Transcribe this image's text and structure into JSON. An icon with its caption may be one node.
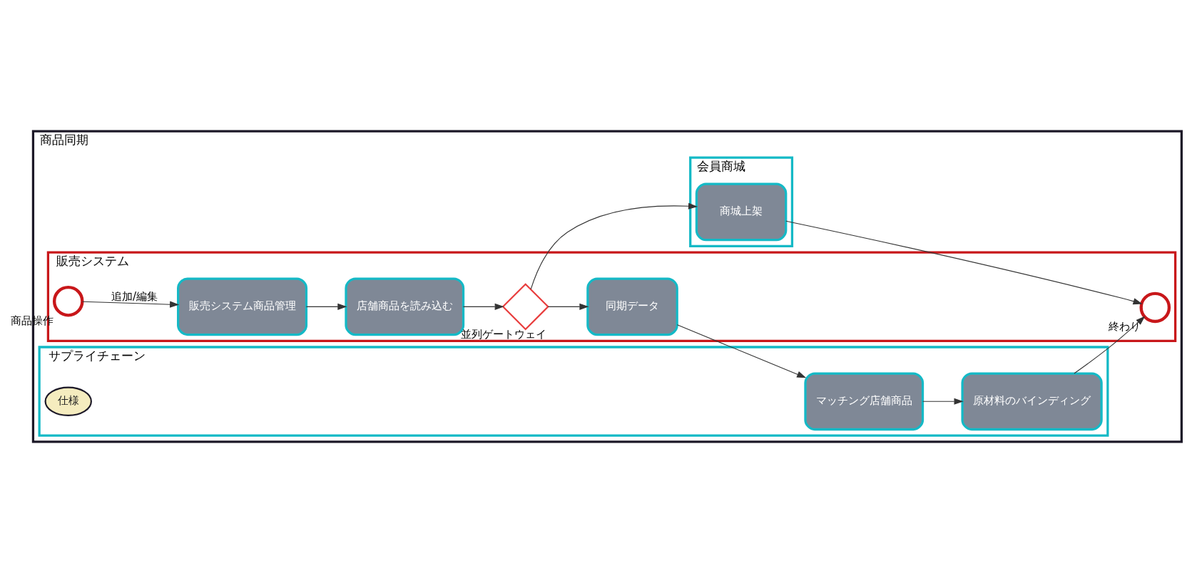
{
  "diagram": {
    "nodes": [
      {
        "text": [
          "商品同期"
        ]
      },
      {
        "text": [
          "会員商城"
        ],
        "in": 0
      },
      {
        "text": [
          "商城上架"
        ],
        "in": 1
      },
      {
        "text": [
          "販売システム"
        ],
        "in": 0
      },
      {
        "text": [],
        "shape": "circle",
        "beside": [
          "商品操作"
        ],
        "in": 3
      },
      {
        "text": [
          "販売システム商品管理"
        ],
        "in": 3
      },
      {
        "text": [
          "店舗商品を読み込む"
        ],
        "in": 3
      },
      {
        "text": [],
        "shape": "diamond",
        "beside": [
          "並列ゲートウェイ"
        ],
        "in": 3
      },
      {
        "text": [
          "同期データ"
        ],
        "in": 3
      },
      {
        "text": [],
        "shape": "circle",
        "beside": [
          "終わり"
        ],
        "in": 3
      },
      {
        "text": [
          "サプライチェーン"
        ],
        "in": 0
      },
      {
        "text": [
          "マッチング店舗商品"
        ],
        "in": 10
      },
      {
        "text": [
          "原材料のバインディング"
        ],
        "in": 10
      },
      {
        "text": [
          "仕様"
        ],
        "in": 10
      }
    ],
    "edges": [
      {
        "from": 4,
        "to": 5,
        "arrow": "to",
        "label": "追加/編集"
      },
      {
        "from": 5,
        "to": 6,
        "arrow": "to"
      },
      {
        "from": 6,
        "to": 7,
        "arrow": "to"
      },
      {
        "from": 7,
        "to": 2,
        "arrow": "to"
      },
      {
        "from": 7,
        "to": 8,
        "arrow": "to"
      },
      {
        "from": 2,
        "to": 9,
        "arrow": "to"
      },
      {
        "from": 8,
        "to": 11,
        "arrow": "to"
      },
      {
        "from": 11,
        "to": 12,
        "arrow": "to"
      },
      {
        "from": 12,
        "to": 9,
        "arrow": "to"
      }
    ]
  }
}
